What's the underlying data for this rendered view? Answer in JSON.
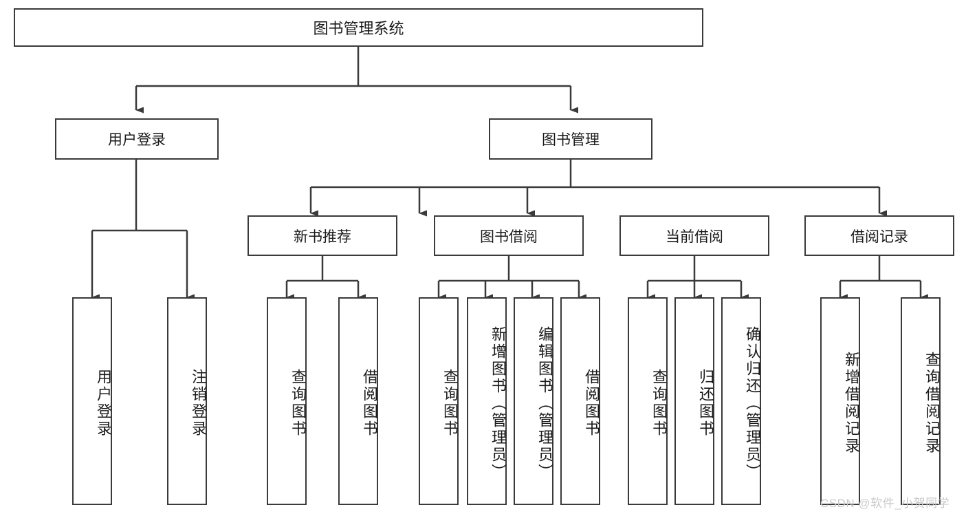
{
  "diagram": {
    "type": "tree",
    "title": "图书管理系统",
    "root": {
      "label": "图书管理系统"
    },
    "level1": [
      {
        "label": "用户登录"
      },
      {
        "label": "图书管理"
      }
    ],
    "level2": [
      {
        "label": "新书推荐"
      },
      {
        "label": "图书借阅"
      },
      {
        "label": "当前借阅"
      },
      {
        "label": "借阅记录"
      }
    ],
    "leaves": {
      "user_login": [
        {
          "label": "用户登录"
        },
        {
          "label": "注销登录"
        }
      ],
      "new_book_recommend": [
        {
          "label": "查询图书"
        },
        {
          "label": "借阅图书"
        }
      ],
      "book_borrow": [
        {
          "label": "查询图书"
        },
        {
          "label": "新增图书（管理员）"
        },
        {
          "label": "编辑图书（管理员）"
        },
        {
          "label": "借阅图书"
        }
      ],
      "current_borrow": [
        {
          "label": "查询图书"
        },
        {
          "label": "归还图书"
        },
        {
          "label": "确认归还（管理员）"
        }
      ],
      "borrow_record": [
        {
          "label": "新增借阅记录"
        },
        {
          "label": "查询借阅记录"
        }
      ]
    }
  },
  "watermark": {
    "text": "CSDN @软件_小贺同学"
  },
  "colors": {
    "stroke": "#3a3a3a",
    "text": "#1a1a1a",
    "background": "#ffffff",
    "watermark": "#c9c9c9"
  }
}
